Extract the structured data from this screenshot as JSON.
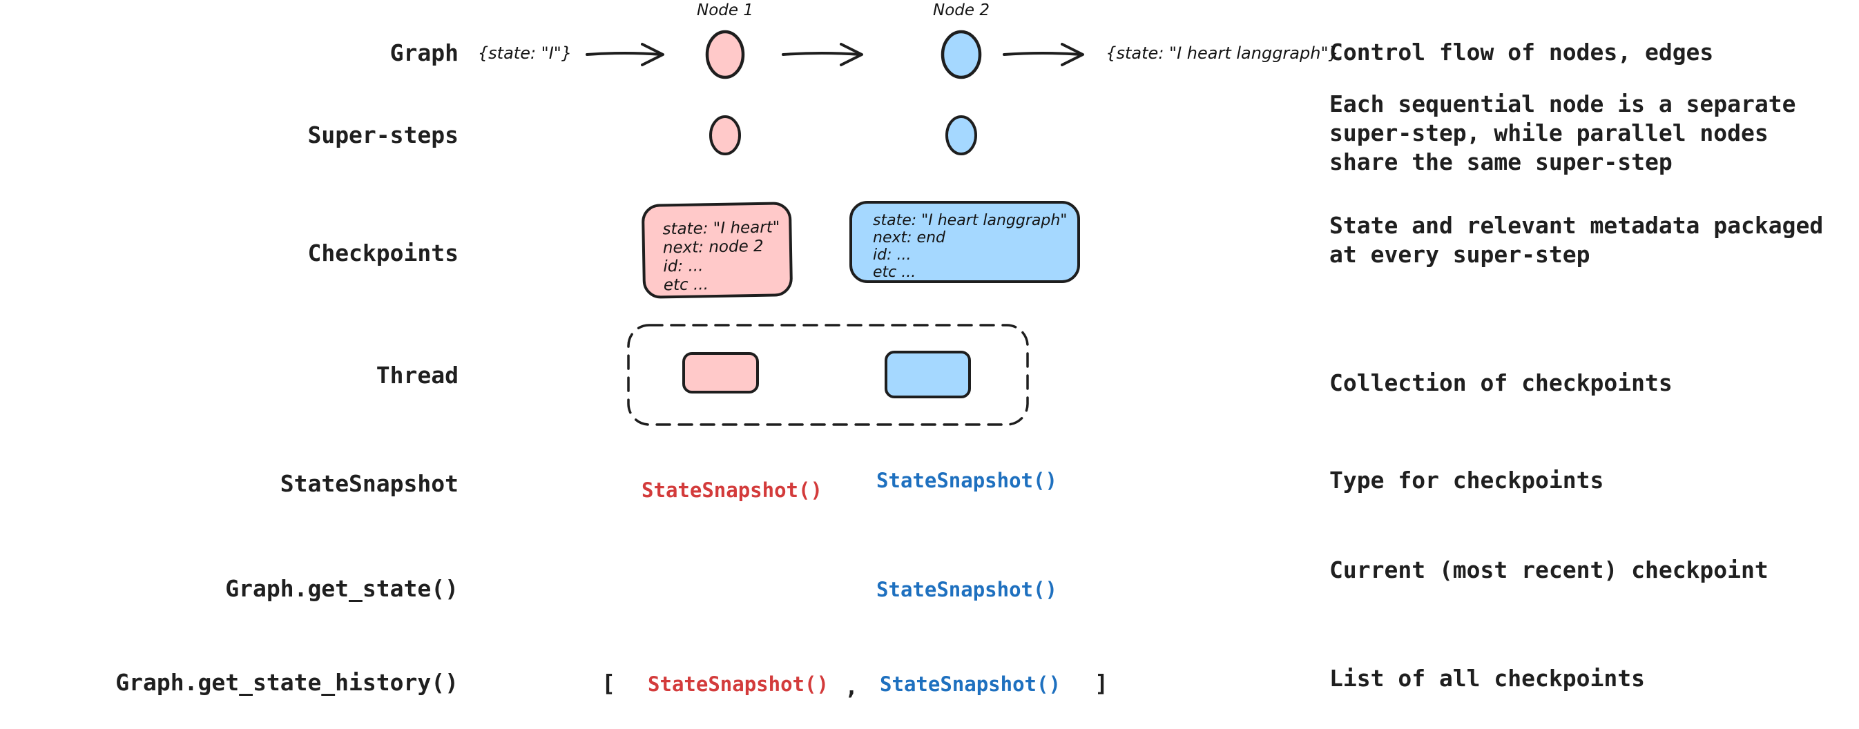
{
  "colors": {
    "pink": "#ffc9c9",
    "blue": "#a5d8ff",
    "ink": "#1e1e1e",
    "code_red": "#d33b3b",
    "code_blue": "#1e70bf"
  },
  "rows": [
    {
      "label": "Graph",
      "description": "Control flow of nodes, edges"
    },
    {
      "label": "Super-steps",
      "description": "Each sequential node is a separate\nsuper-step, while parallel nodes\nshare the same super-step"
    },
    {
      "label": "Checkpoints",
      "description": "State and relevant metadata packaged\nat every super-step"
    },
    {
      "label": "Thread",
      "description": "Collection of checkpoints"
    },
    {
      "label": "StateSnapshot",
      "description": "Type for checkpoints"
    },
    {
      "label": "Graph.get_state()",
      "description": "Current (most recent) checkpoint"
    },
    {
      "label": "Graph.get_state_history()",
      "description": "List of all checkpoints"
    }
  ],
  "graph_row": {
    "node1_label": "Node 1",
    "node2_label": "Node 2",
    "input_state": "{state: \"I\"}",
    "output_state": "{state: \"I heart langgraph\"}"
  },
  "checkpoints": {
    "pink_box": "state: \"I heart\"\nnext: node 2\nid: ...\netc ...",
    "blue_box": "state: \"I heart langgraph\"\nnext: end\nid: ...\netc ..."
  },
  "snapshots": {
    "red_label": "StateSnapshot()",
    "blue_label": "StateSnapshot()",
    "current_label": "StateSnapshot()",
    "history_red_label": "StateSnapshot()",
    "history_blue_label": "StateSnapshot()",
    "list_open": "[",
    "list_comma": ",",
    "list_close": "]"
  }
}
